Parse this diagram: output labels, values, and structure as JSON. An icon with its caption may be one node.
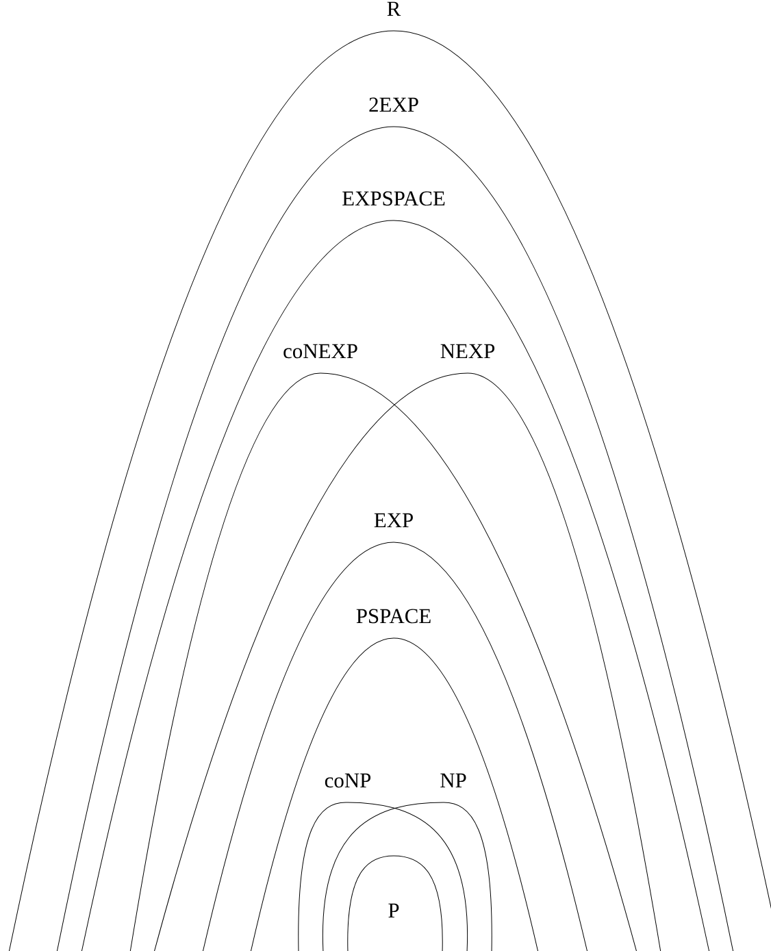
{
  "diagram": {
    "nodes": [
      {
        "text": [
          "R"
        ]
      },
      {
        "text": [
          "2EXP"
        ]
      },
      {
        "text": [
          "EXPSPACE"
        ]
      },
      {
        "text": [
          "coNEXP"
        ]
      },
      {
        "text": [
          "NEXP"
        ]
      },
      {
        "text": [
          "EXP"
        ]
      },
      {
        "text": [
          "PSPACE"
        ]
      },
      {
        "text": [
          "coNP"
        ]
      },
      {
        "text": [
          "NP"
        ]
      },
      {
        "text": [
          "P"
        ]
      }
    ]
  }
}
